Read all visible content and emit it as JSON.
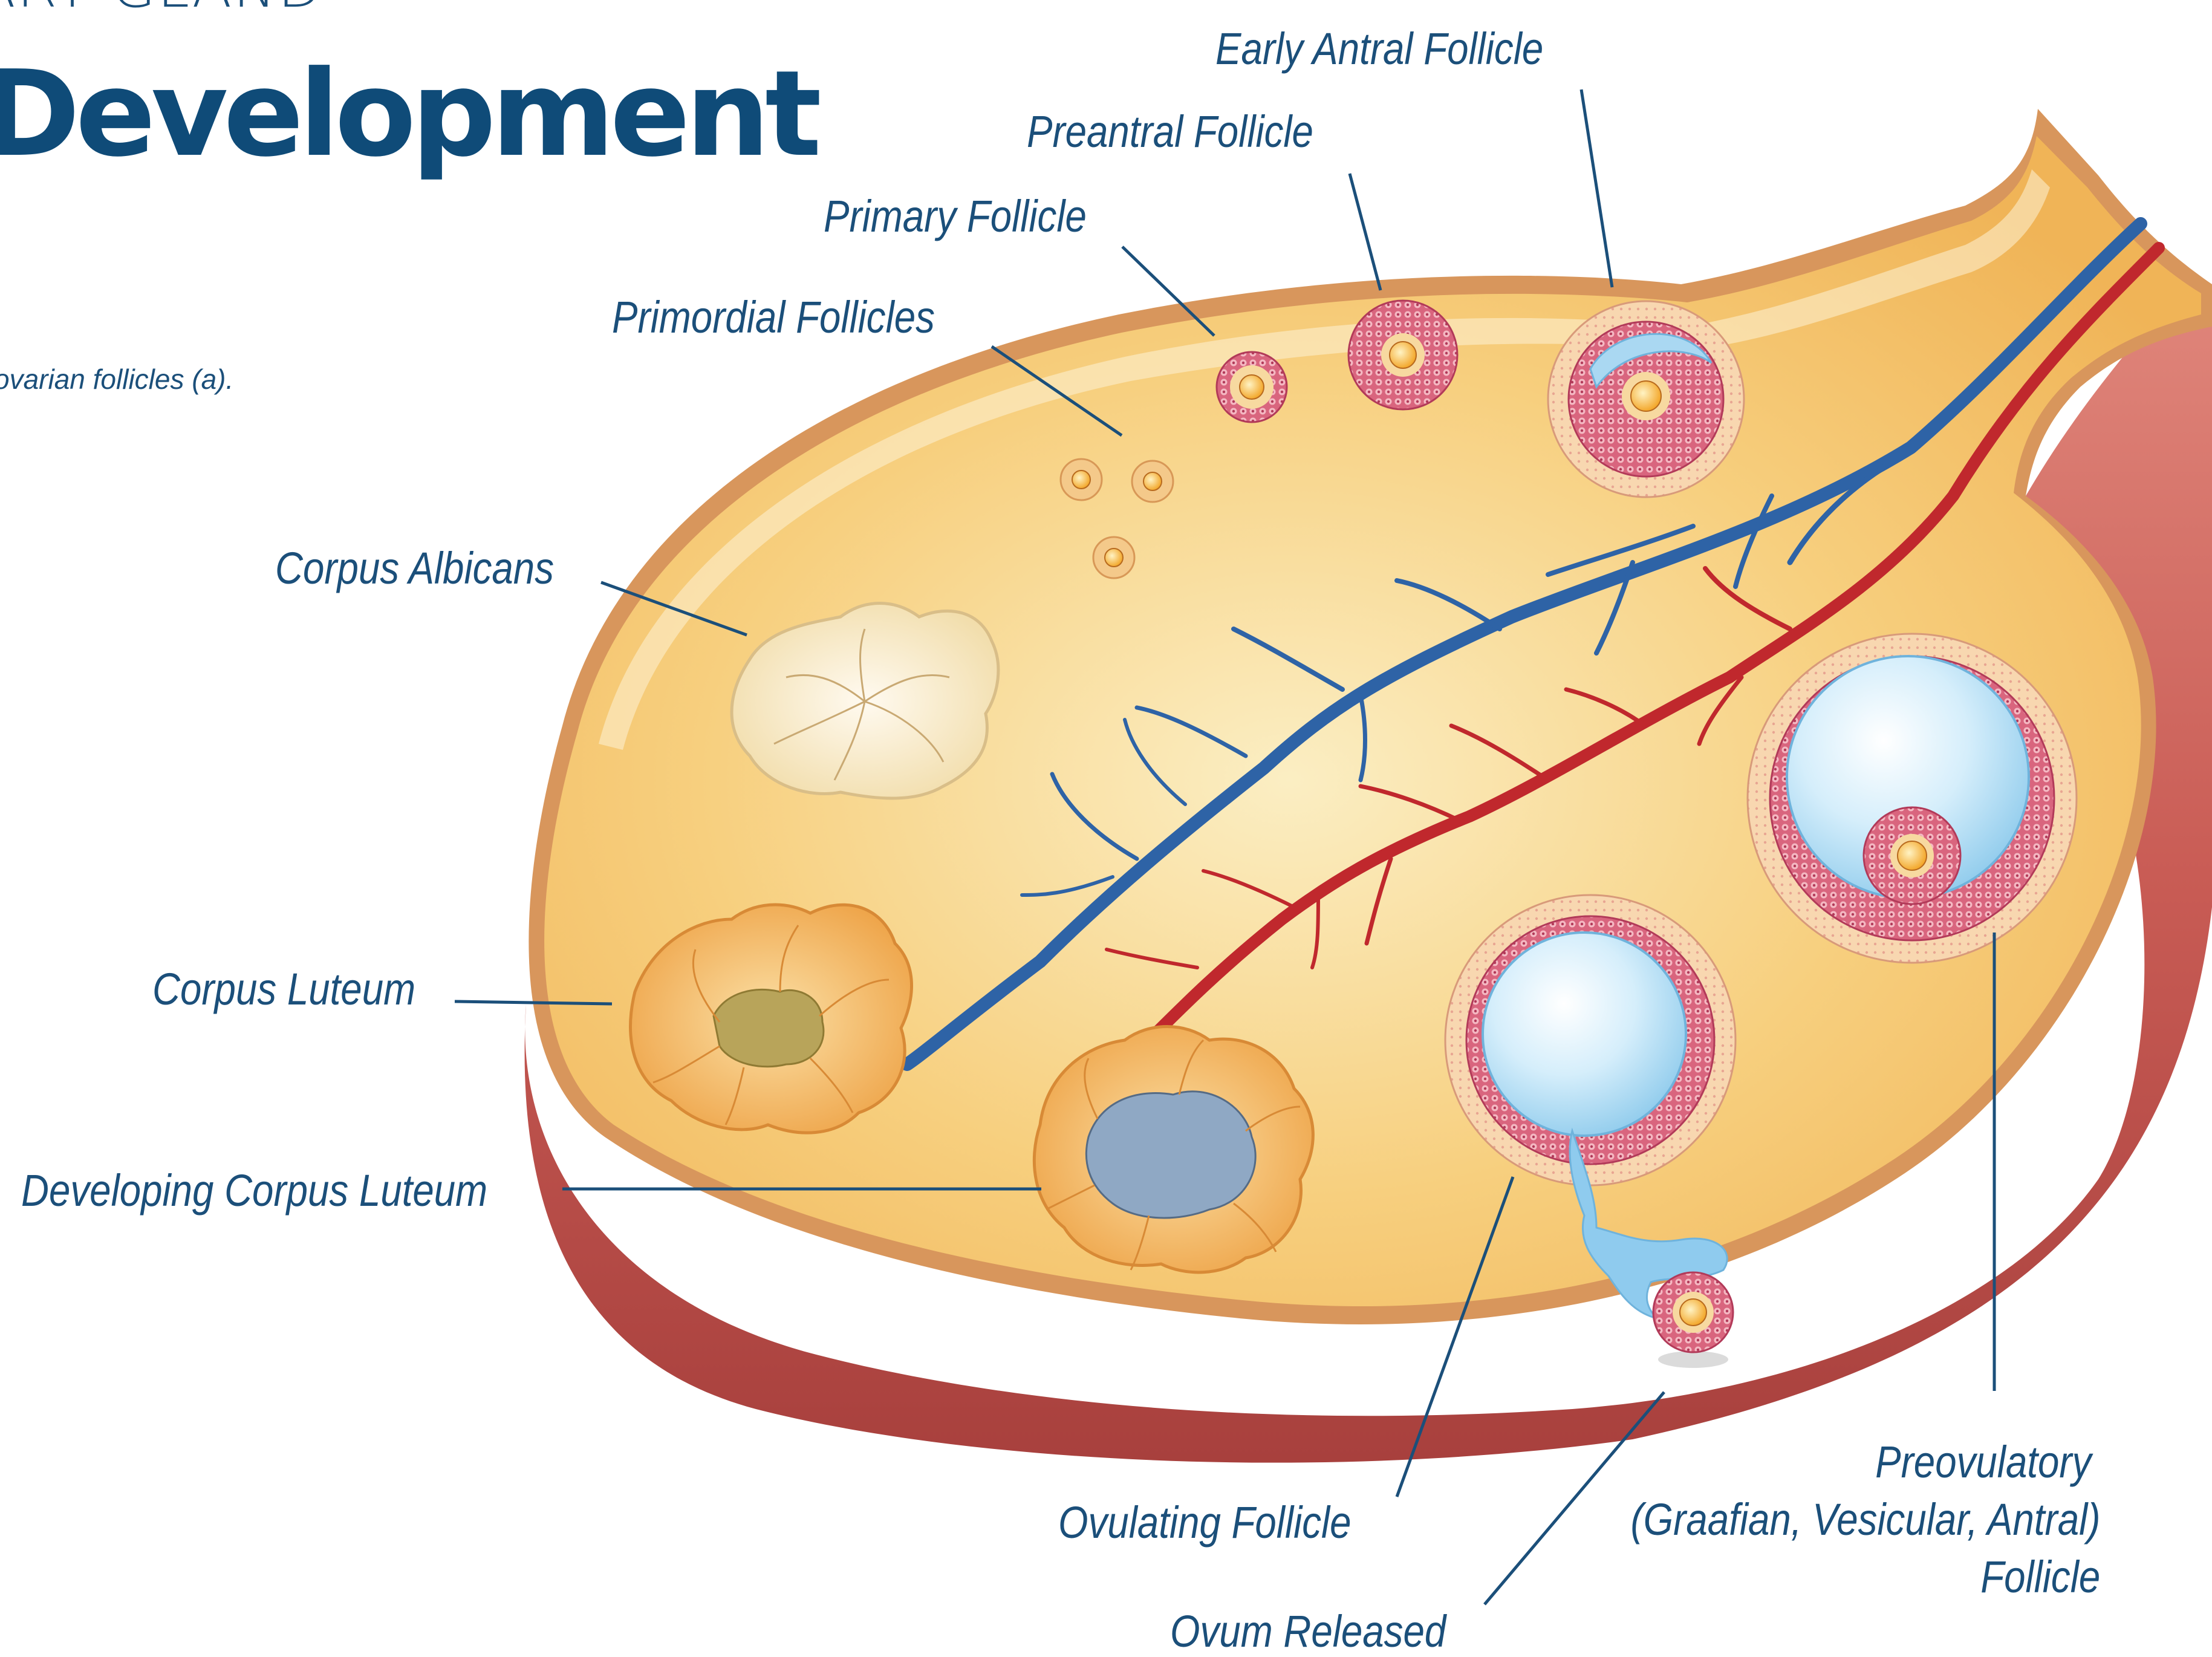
{
  "header": {
    "line1": "ARY GLAND",
    "line2": "Development",
    "caption": "ovarian follicles (a)."
  },
  "labels": {
    "early_antral": "Early Antral Follicle",
    "preantral": "Preantral Follicle",
    "primary": "Primary Follicle",
    "primordial": "Primordial Follicles",
    "corpus_albicans": "Corpus Albicans",
    "corpus_luteum": "Corpus Luteum",
    "developing_corpus_luteum": "Developing Corpus Luteum",
    "ovulating": "Ovulating Follicle",
    "ovum_released": "Ovum Released",
    "preovulatory_1": "Preovulatory",
    "preovulatory_2": "(Graafian, Vesicular, Antral)",
    "preovulatory_3": "Follicle"
  },
  "colors": {
    "label_text": "#1b4f7a",
    "stroma": "#f5c36a",
    "capsule": "#c9835a",
    "cut_edge": "#c4544f",
    "vein": "#2e63a6",
    "artery": "#c0282d",
    "granulosa": "#c8506e",
    "antrum": "#bfe3f7",
    "oocyte": "#f6b93b",
    "corpus_luteum": "#f3b259",
    "corpus_albicans": "#f8ecc8"
  }
}
